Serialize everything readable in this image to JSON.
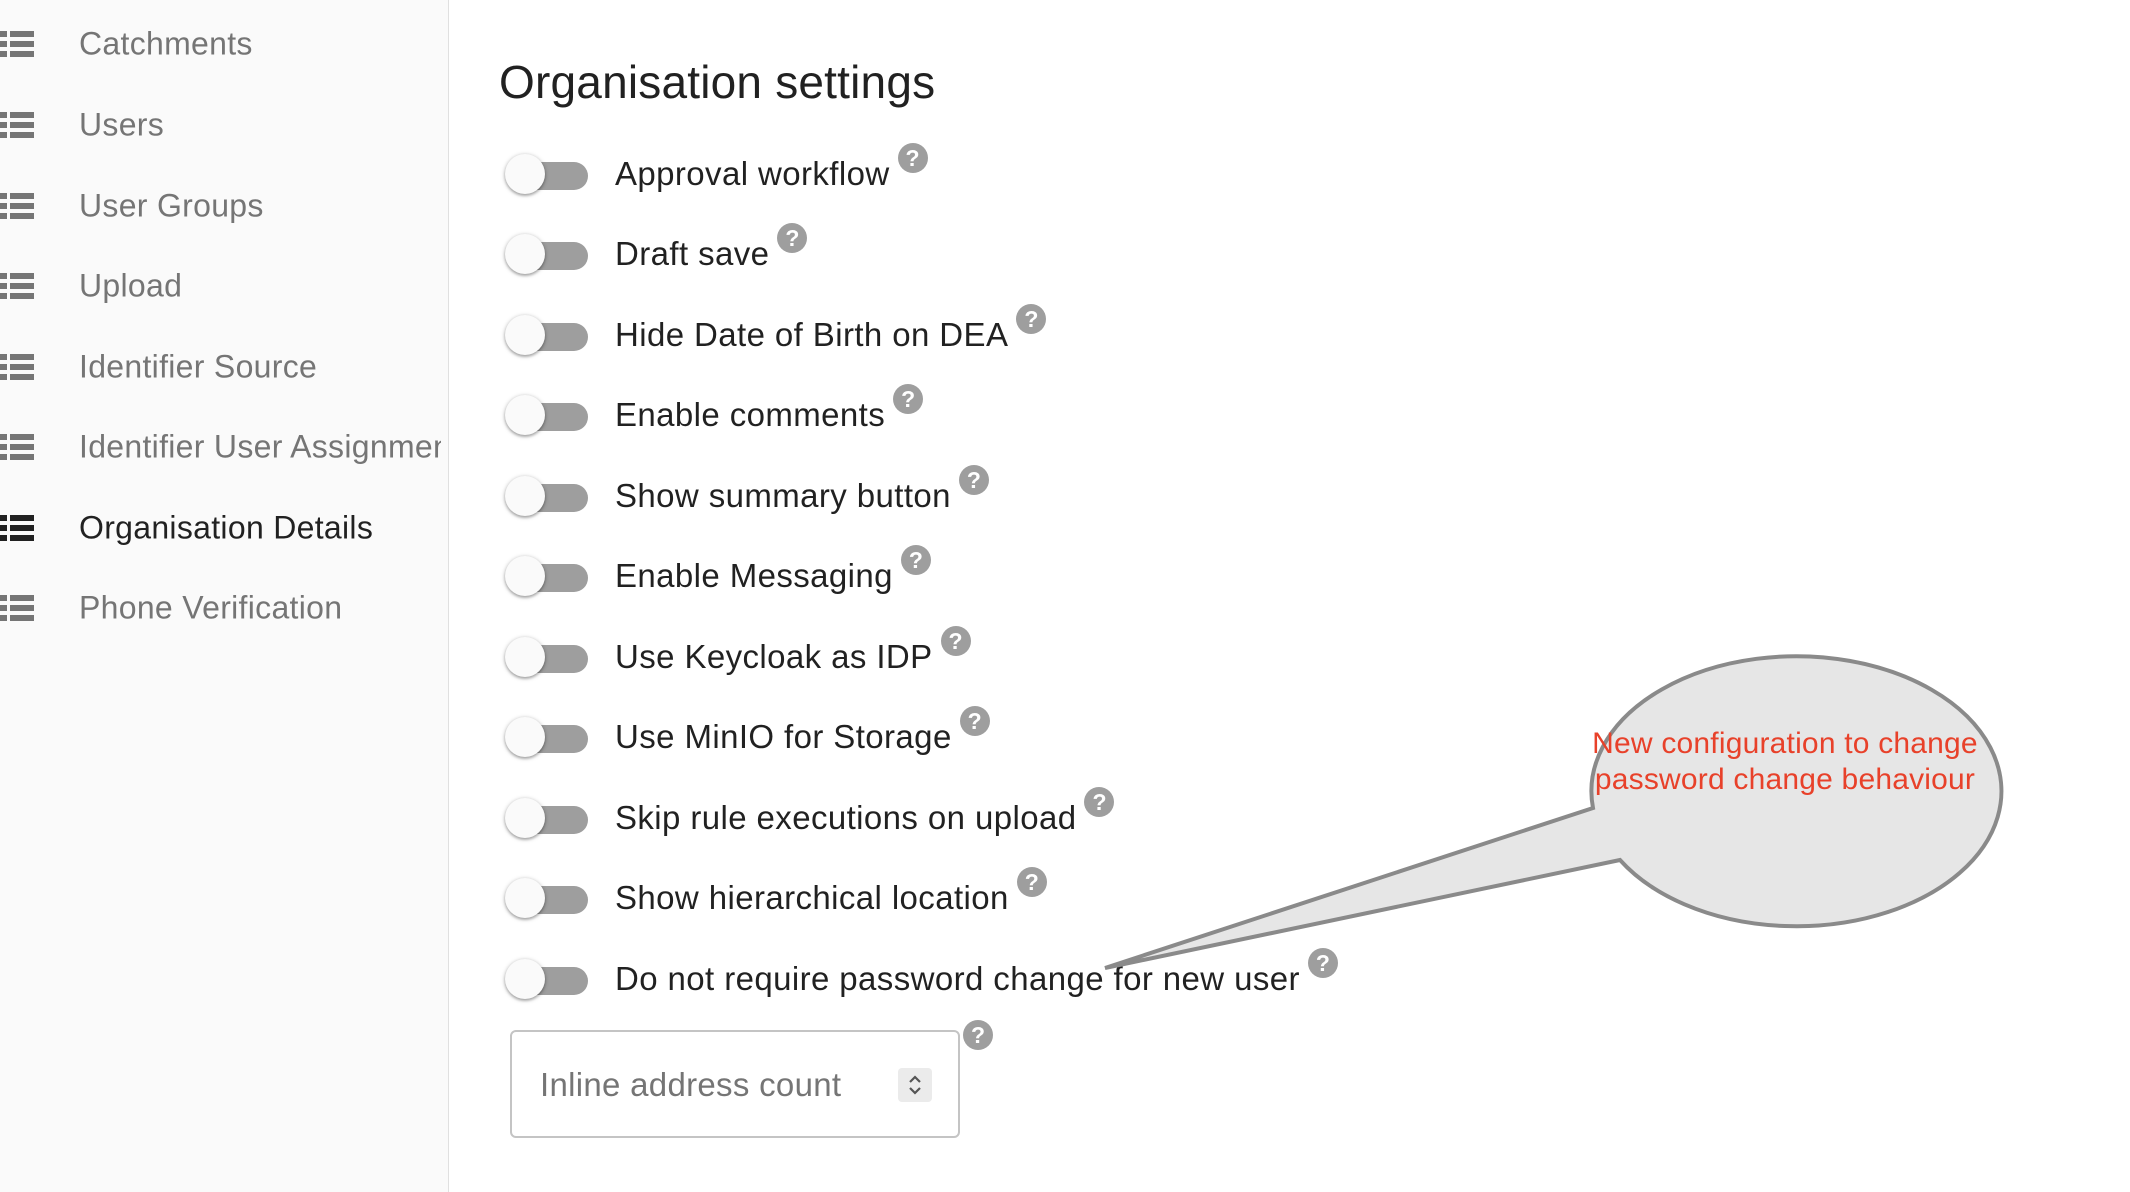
{
  "sidebar": {
    "items": [
      {
        "label": "Catchments",
        "active": false
      },
      {
        "label": "Users",
        "active": false
      },
      {
        "label": "User Groups",
        "active": false
      },
      {
        "label": "Upload",
        "active": false
      },
      {
        "label": "Identifier Source",
        "active": false
      },
      {
        "label": "Identifier User Assignment",
        "active": false
      },
      {
        "label": "Organisation Details",
        "active": true
      },
      {
        "label": "Phone Verification",
        "active": false
      }
    ]
  },
  "main": {
    "title": "Organisation settings",
    "settings": [
      {
        "label": "Approval workflow",
        "enabled": false
      },
      {
        "label": "Draft save",
        "enabled": false
      },
      {
        "label": "Hide Date of Birth on DEA",
        "enabled": false
      },
      {
        "label": "Enable comments",
        "enabled": false
      },
      {
        "label": "Show summary button",
        "enabled": false
      },
      {
        "label": "Enable Messaging",
        "enabled": false
      },
      {
        "label": "Use Keycloak as IDP",
        "enabled": false
      },
      {
        "label": "Use MinIO for Storage",
        "enabled": false
      },
      {
        "label": "Skip rule executions on upload",
        "enabled": false
      },
      {
        "label": "Show hierarchical location",
        "enabled": false
      },
      {
        "label": "Do not require password change for new user",
        "enabled": false
      }
    ],
    "help_glyph": "?",
    "inline_address": {
      "placeholder": "Inline address count",
      "value": ""
    }
  },
  "annotation": {
    "text": "New configuration to change password change behaviour",
    "text_color": "#e8412a"
  },
  "colors": {
    "switch_track_off": "#9e9e9e",
    "help_icon": "#9e9e9e",
    "sidebar_bg": "#fafafa"
  }
}
